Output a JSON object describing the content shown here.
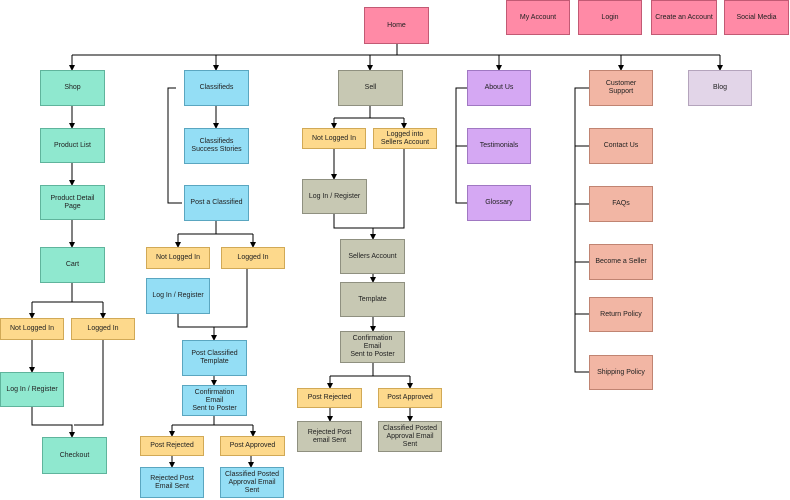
{
  "colors": {
    "pink": "#ff8aa6",
    "green": "#8fe8cf",
    "blue": "#94def5",
    "gray": "#c7c8b3",
    "purple": "#d5a8f3",
    "salmon": "#f2b6a4",
    "lavender": "#e2d5e8",
    "yellow": "#fdd98c",
    "line": "#000000"
  },
  "nodes": {
    "home": "Home",
    "my_account": "My Account",
    "login": "Login",
    "create_account": "Create an Account",
    "social_media": "Social Media",
    "shop": "Shop",
    "product_list": "Product List",
    "product_detail": "Product Detail\nPage",
    "cart": "Cart",
    "shop_not_logged_in": "Not Logged In",
    "shop_logged_in": "Logged In",
    "shop_login_register": "Log In / Register",
    "checkout": "Checkout",
    "classifieds": "Classifieds",
    "classifieds_success": "Classifieds\nSuccess Stories",
    "post_classified": "Post a Classified",
    "cls_not_logged_in": "Not Logged In",
    "cls_logged_in": "Logged In",
    "cls_login_register": "Log In / Register",
    "post_template": "Post Classified\nTemplate",
    "cls_confirmation": "Confirmation Email\nSent to Poster",
    "cls_post_rejected": "Post Rejected",
    "cls_post_approved": "Post Approved",
    "cls_rejected_email": "Rejected Post\nEmail Sent",
    "cls_approved_email": "Classified Posted\nApproval Email Sent",
    "sell": "Sell",
    "sell_not_logged_in": "Not Logged In",
    "sell_logged_into": "Logged into\nSellers Account",
    "sell_login_register": "Log In / Register",
    "sellers_account": "Sellers Account",
    "sell_template": "Template",
    "sell_confirmation": "Confirmation Email\nSent to Poster",
    "sell_post_rejected": "Post Rejected",
    "sell_post_approved": "Post Approved",
    "sell_rejected_email": "Rejected Post\nemail Sent",
    "sell_approved_email": "Classified Posted\nApproval Email Sent",
    "about_us": "About Us",
    "testimonials": "Testimonials",
    "glossary": "Glossary",
    "customer_support": "Customer Support",
    "contact_us": "Contact Us",
    "faqs": "FAQs",
    "become_seller": "Become a Seller",
    "return_policy": "Return Policy",
    "shipping_policy": "Shipping Policy",
    "blog": "Blog"
  }
}
